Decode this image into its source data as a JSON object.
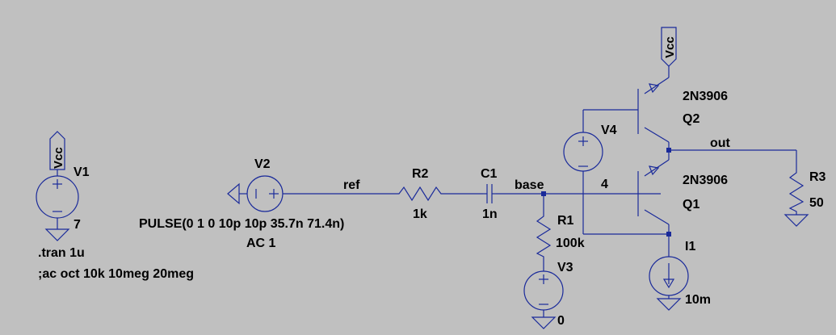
{
  "schematic": {
    "components": {
      "V1": {
        "name": "V1",
        "value": "7",
        "supply": "Vcc"
      },
      "V2": {
        "name": "V2",
        "value": "PULSE(0 1 0 10p 10p 35.7n 71.4n)",
        "ac": "AC 1"
      },
      "V3": {
        "name": "V3",
        "value": "0"
      },
      "V4": {
        "name": "V4",
        "value": "4"
      },
      "R1": {
        "name": "R1",
        "value": "100k"
      },
      "R2": {
        "name": "R2",
        "value": "1k"
      },
      "R3": {
        "name": "R3",
        "value": "50"
      },
      "C1": {
        "name": "C1",
        "value": "1n"
      },
      "Q1": {
        "name": "Q1",
        "model": "2N3906"
      },
      "Q2": {
        "name": "Q2",
        "model": "2N3906",
        "supply": "Vcc"
      },
      "I1": {
        "name": "I1",
        "value": "10m"
      }
    },
    "nets": {
      "ref": "ref",
      "base": "base",
      "out": "out"
    },
    "directives": [
      ".tran 1u",
      ";ac oct 10k 10meg 20meg"
    ]
  },
  "colors": {
    "background": "#c0c0c0",
    "wire": "#1a2a9a",
    "text": "#000000"
  }
}
